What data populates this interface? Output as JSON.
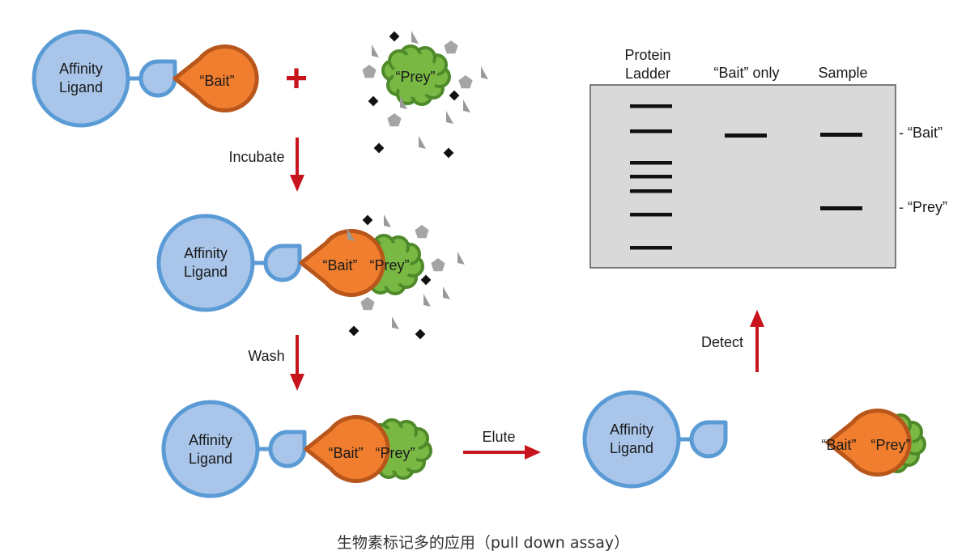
{
  "steps": {
    "incubate": "Incubate",
    "wash": "Wash",
    "elute": "Elute",
    "detect": "Detect"
  },
  "molecules": {
    "ligand_line1": "Affinity",
    "ligand_line2": "Ligand",
    "bait": "“Bait”",
    "prey": "“Prey”",
    "plus": "+"
  },
  "gel": {
    "columns": [
      {
        "line1": "Protein",
        "line2": "Ladder"
      },
      {
        "line1": "“Bait” only",
        "line2": ""
      },
      {
        "line1": "Sample",
        "line2": ""
      }
    ],
    "band_labels": [
      "- “Bait”",
      "- “Prey”"
    ]
  },
  "caption": "生物素标记多的应用（pull down assay）",
  "colors": {
    "ligand_fill": "#a9c6ea",
    "ligand_stroke": "#5a9bd6",
    "bait_fill": "#f07e2e",
    "bait_stroke": "#b8561b",
    "prey_fill": "#7ab844",
    "prey_stroke": "#4f8a2a",
    "arrow": "#c8141c",
    "gel_bg": "#d9d9d9",
    "band": "#111111"
  }
}
